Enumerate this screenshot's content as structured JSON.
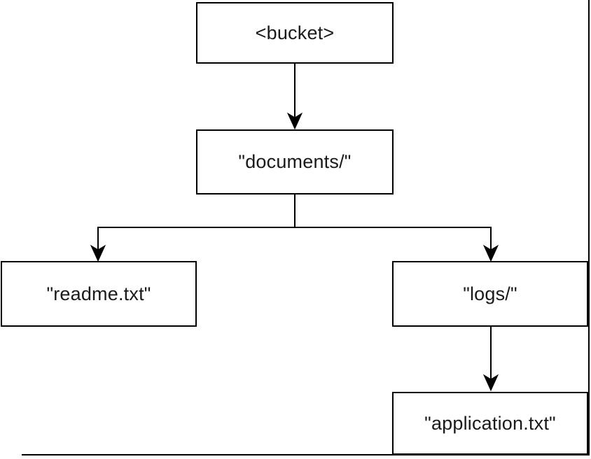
{
  "diagram": {
    "title": "bucket-prefix-hierarchy",
    "nodes": [
      {
        "id": "bucket",
        "label": "<bucket>"
      },
      {
        "id": "documents",
        "label": "\"documents/\""
      },
      {
        "id": "readme",
        "label": "\"readme.txt\""
      },
      {
        "id": "logs",
        "label": "\"logs/\""
      },
      {
        "id": "application",
        "label": "\"application.txt\""
      }
    ],
    "edges": [
      {
        "from": "bucket",
        "to": "documents",
        "style": "arrow-down"
      },
      {
        "from": "documents",
        "to": "readme",
        "style": "elbow-arrow-down"
      },
      {
        "from": "documents",
        "to": "logs",
        "style": "elbow-arrow-down"
      },
      {
        "from": "logs",
        "to": "application",
        "style": "arrow-down"
      }
    ],
    "colors": {
      "line": "#000000",
      "box_border": "#000000",
      "box_fill": "#ffffff",
      "text": "#1a1a1a",
      "background": "#ffffff"
    }
  }
}
